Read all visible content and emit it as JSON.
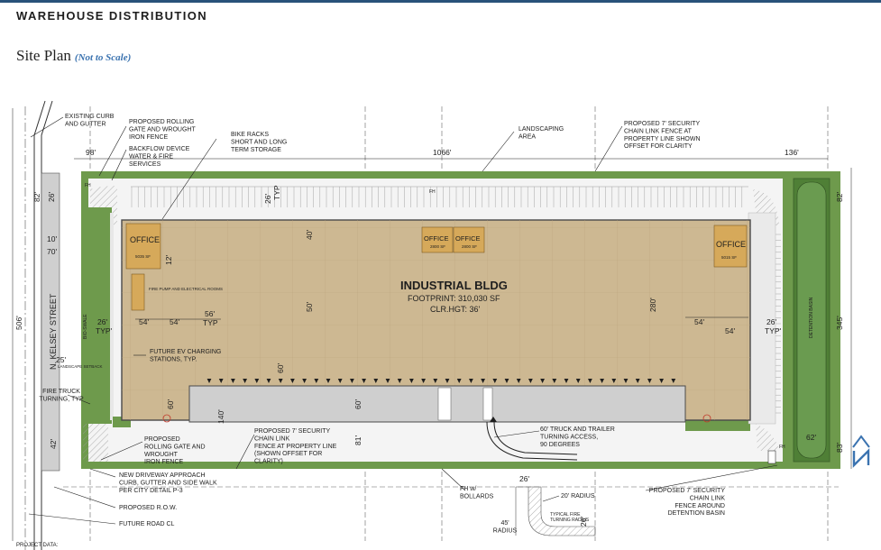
{
  "header": {
    "title": "WAREHOUSE DISTRIBUTION"
  },
  "plan": {
    "title": "Site Plan",
    "note": "(Not to Scale)"
  },
  "colors": {
    "accent": "#29527a",
    "building": "#cdb892",
    "office": "#d6a95a",
    "landscape": "#6e9a4c",
    "pavement": "#f4f4f4",
    "truck_court": "#cfcfcf"
  },
  "building": {
    "name": "INDUSTRIAL BLDG",
    "footprint": "FOOTPRINT: 310,030 SF",
    "clear_height": "CLR.HGT: 36'"
  },
  "offices": {
    "west": {
      "label": "OFFICE",
      "area": "5035 SF"
    },
    "center_a": {
      "label": "OFFICE",
      "area": "2800 SF"
    },
    "center_b": {
      "label": "OFFICE",
      "area": "2800 SF"
    },
    "east": {
      "label": "OFFICE",
      "area": "5015 SF"
    }
  },
  "street": {
    "name": "N. KELSEY STREET"
  },
  "small_labels": {
    "bio_swale": "BIO-SWALE",
    "landscape_setback": "LANDSCAPE SETBACK",
    "detention_basin": "DETENTION BASIN",
    "fh": "FH",
    "pump_room": "FIRE PUMP AND ELECTRICAL ROOMS"
  },
  "dimensions": {
    "d98": "98'",
    "d1066": "1066'",
    "d136": "136'",
    "d82_left": "82'",
    "d26_left": "26'",
    "d26_typ_top": "26'",
    "typ": "TYP",
    "d10": "10'",
    "d70": "70'",
    "d506": "506'",
    "d40": "40'",
    "d12": "12'",
    "d50": "50'",
    "d26_typ_left": "26'",
    "typ_left": "TYP'",
    "d54_a": "54'",
    "d54_b": "54'",
    "d56": "56'",
    "typ_56": "TYP",
    "d280": "280'",
    "d54_c": "54'",
    "d54_d": "54'",
    "d26_typ_right": "26'",
    "typ_right": "TYP'",
    "d82_right": "82'",
    "d345": "345'",
    "d25": "25'",
    "d60_a": "60'",
    "d60_b": "60'",
    "d60_c": "60'",
    "d140": "140'",
    "d81": "81'",
    "d42": "42'",
    "d62": "62'",
    "d83": "83'",
    "d26_bottom": "26'",
    "d26_ramp": "26'"
  },
  "callouts": {
    "existing_curb": [
      "EXISTING CURB",
      "AND GUTTER"
    ],
    "rolling_gate_top": [
      "PROPOSED ROLLING",
      "GATE AND WROUGHT",
      "IRON FENCE"
    ],
    "backflow": [
      "BACKFLOW DEVICE",
      "WATER & FIRE",
      "SERVICES"
    ],
    "bike_racks": [
      "BIKE RACKS",
      "SHORT AND LONG",
      "TERM STORAGE"
    ],
    "landscaping": [
      "LANDSCAPING",
      "AREA"
    ],
    "security_fence_top": [
      "PROPOSED 7' SECURITY",
      "CHAIN LINK FENCE AT",
      "PROPERTY LINE SHOWN",
      "OFFSET FOR CLARITY"
    ],
    "ev_charging": [
      "FUTURE EV CHARGING",
      "STATIONS, TYP."
    ],
    "fire_truck": [
      "FIRE TRUCK",
      "TURNING, TYP"
    ],
    "rolling_gate_bottom": [
      "PROPOSED",
      "ROLLING GATE AND",
      "WROUGHT",
      "IRON FENCE"
    ],
    "security_fence_bottom": [
      "PROPOSED 7' SECURITY",
      "CHAIN LINK",
      "FENCE AT PROPERTY LINE",
      "(SHOWN OFFSET FOR",
      "CLARITY)"
    ],
    "truck_turning": [
      "60' TRUCK AND TRAILER",
      "TURNING ACCESS,",
      "90 DEGREES"
    ],
    "driveway": [
      "NEW DRIVEWAY APPROACH",
      "CURB, GUTTER AND SIDE WALK",
      "PER CITY DETAIL P-3"
    ],
    "row": [
      "PROPOSED R.O.W."
    ],
    "future_road": [
      "FUTURE ROAD CL"
    ],
    "fh_bollards": [
      "FH w/",
      "BOLLARDS"
    ],
    "radius_20": [
      "20' RADIUS"
    ],
    "typical_fire": [
      "TYPICAL FIRE",
      "TURNING RADIUS"
    ],
    "radius_45": [
      "45'",
      "RADIUS"
    ],
    "detention_fence": [
      "PROPOSED 7' SECURITY",
      "CHAIN LINK",
      "FENCE AROUND",
      "DETENTION BASIN"
    ]
  },
  "north_arrow": {
    "letter": "N"
  },
  "footer": {
    "project_data": "PROJECT DATA:"
  }
}
